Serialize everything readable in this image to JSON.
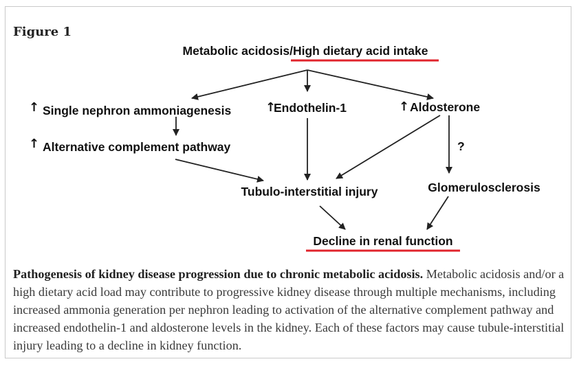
{
  "figure_label": "Figure 1",
  "diagram": {
    "nodes": {
      "top": "Metabolic acidosis/High dietary acid intake",
      "ammoniagenesis": "Single nephron ammoniagenesis",
      "complement": "Alternative complement pathway",
      "endothelin": "Endothelin-1",
      "aldosterone": "Aldosterone",
      "tubulo": "Tubulo-interstitial injury",
      "glomerulo": "Glomerulosclerosis",
      "decline": "Decline in renal function"
    },
    "up_arrow_symbol": "↑",
    "uncertain_marker": "?",
    "colors": {
      "underline": "#e0242c",
      "arrows": "#222222",
      "text": "#111111"
    }
  },
  "caption": {
    "title": "Pathogenesis of kidney disease progression due to chronic metabolic acidosis.",
    "body": " Metabolic acidosis and/or a high dietary acid load may contribute to progressive kidney disease through multiple mechanisms, including increased ammonia generation per nephron leading to activation of the alternative complement pathway and increased endothelin-1 and aldosterone levels in the kidney. Each of these factors may cause tubule-interstitial injury leading to a decline in kidney function."
  }
}
